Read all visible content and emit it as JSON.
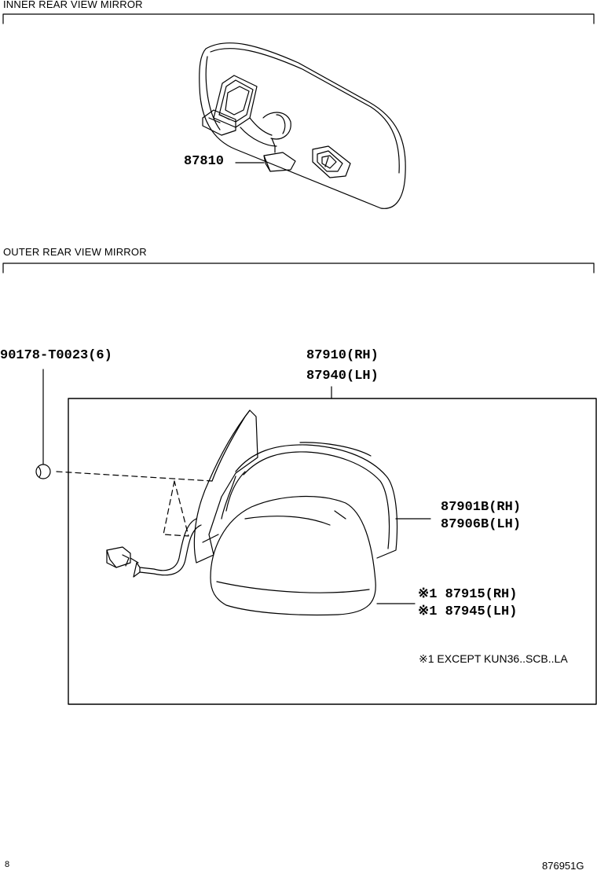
{
  "sections": {
    "inner_title": "INNER REAR VIEW MIRROR",
    "outer_title": "OUTER REAR VIEW MIRROR"
  },
  "parts": {
    "inner_mirror": "87810",
    "screw": "90178-T0023(6)",
    "mirror_assy_rh": "87910(RH)",
    "mirror_assy_lh": "87940(LH)",
    "cover_rh": "87901B(RH)",
    "cover_lh": "87906B(LH)",
    "glass_rh": "※1 87915(RH)",
    "glass_lh": "※1 87945(LH)"
  },
  "notes": {
    "except": "※1 EXCEPT KUN36..SCB..LA"
  },
  "footer": {
    "left_mark": "8",
    "diagram_id": "876951G"
  }
}
